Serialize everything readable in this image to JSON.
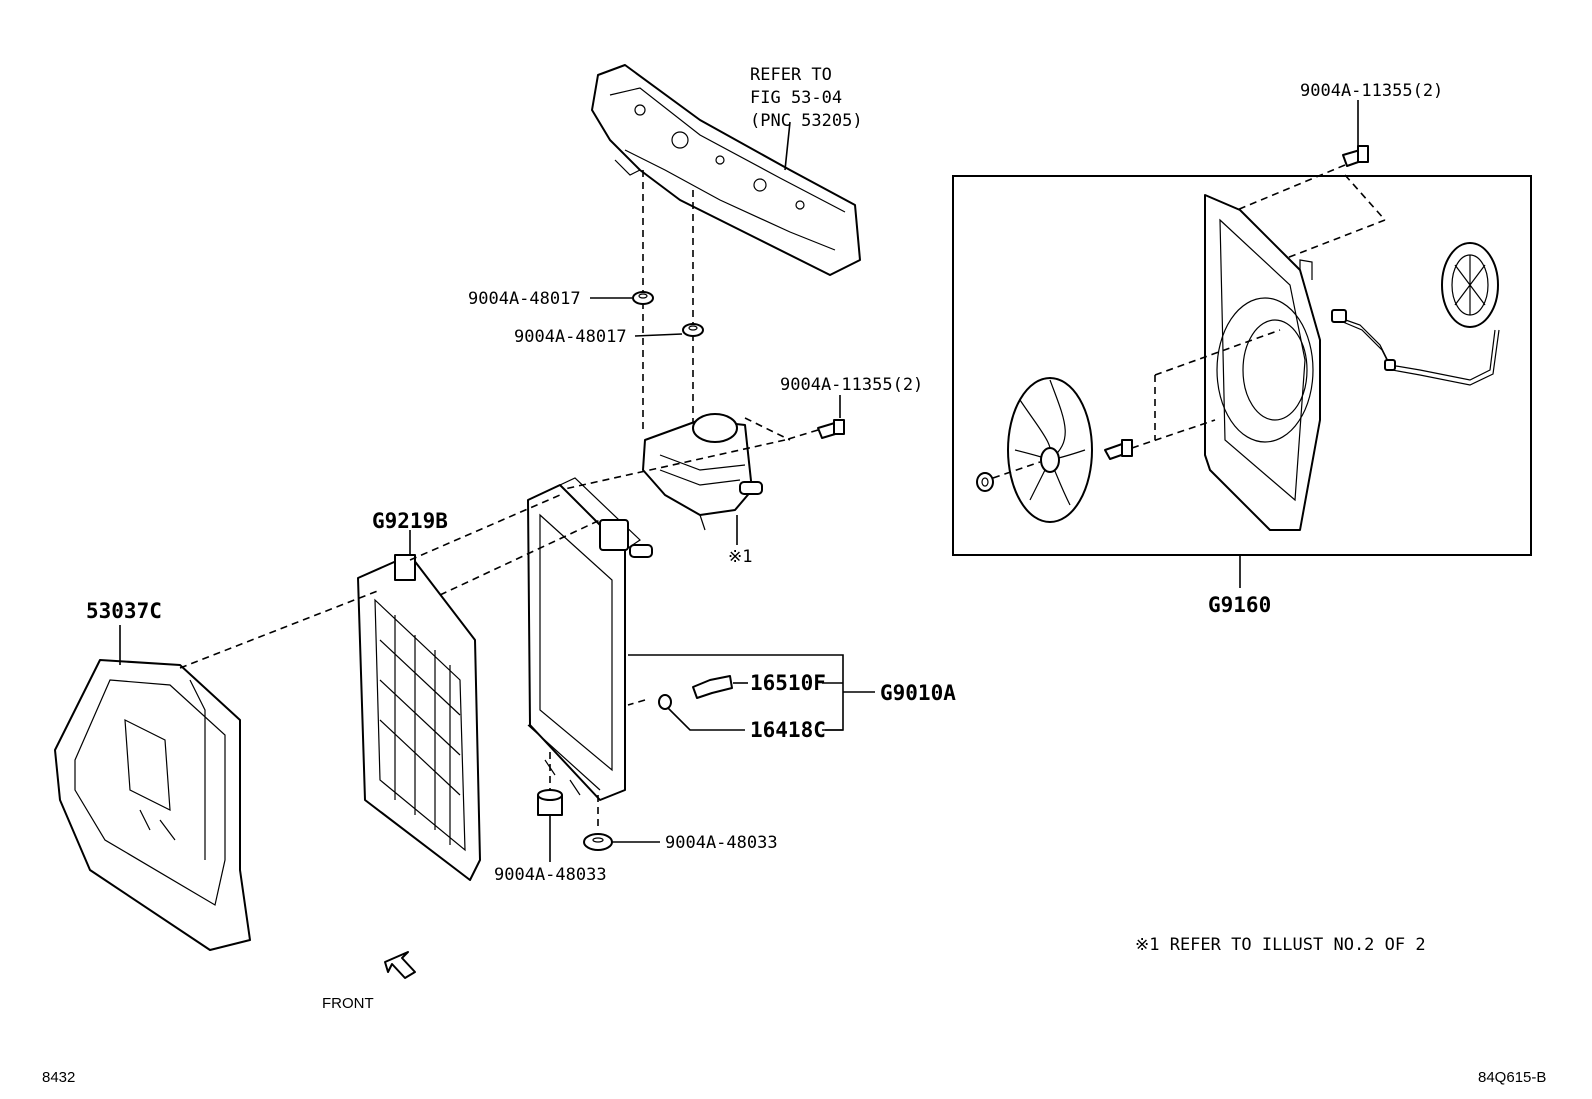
{
  "refer_note": {
    "line1": "REFER TO",
    "line2": "FIG 53-04",
    "line3": "(PNC 53205)"
  },
  "callouts": {
    "bolt_top_right": "9004A-11355(2)",
    "bolt_mid": "9004A-11355(2)",
    "nut_upper": "9004A-48017",
    "nut_lower": "9004A-48017",
    "fan_assembly": "G9160",
    "reservoir_ref": "※1",
    "shroud_part": "G9219B",
    "duct_part": "53037C",
    "drain_cock": "16510F",
    "gasket": "16418C",
    "radiator_group": "G9010A",
    "cushion_right": "9004A-48033",
    "cushion_left": "9004A-48033"
  },
  "footnote": "※1 REFER TO ILLUST NO.2 OF 2",
  "direction_label": "FRONT",
  "page_code_left": "8432",
  "page_code_right": "84Q615-B"
}
